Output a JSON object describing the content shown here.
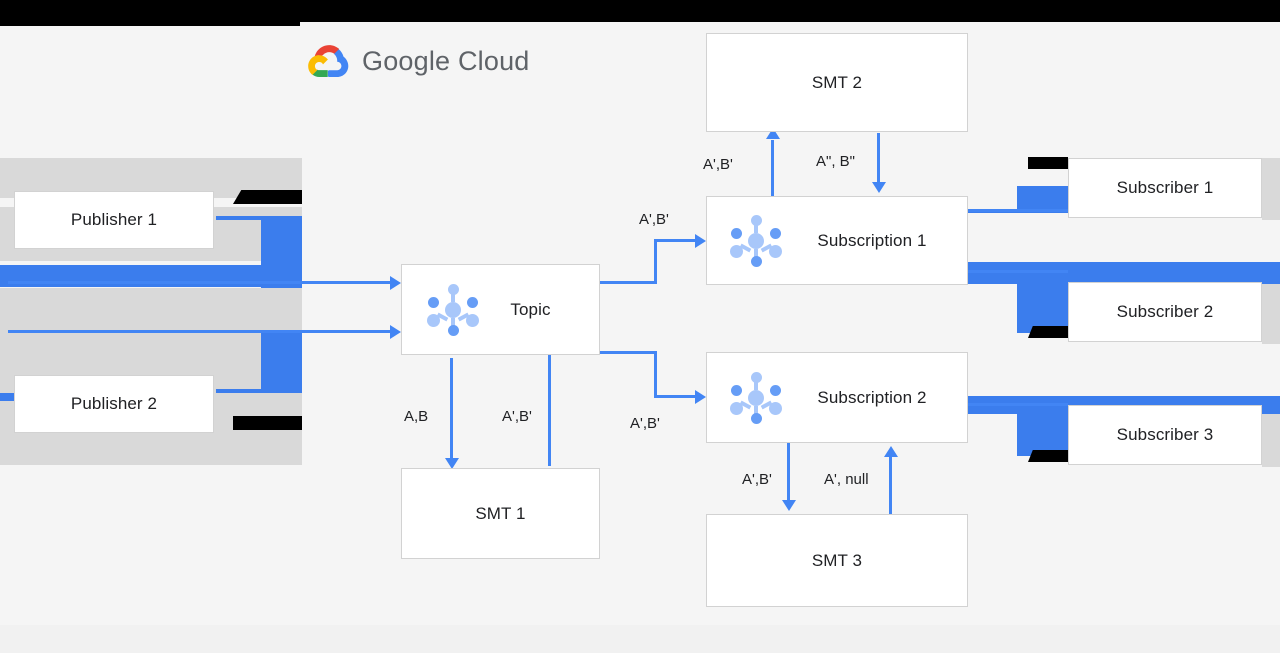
{
  "brand": {
    "name": "Google Cloud",
    "logo_icon": "google-cloud-logo-icon",
    "colors": {
      "red": "#EA4335",
      "yellow": "#FBBC04",
      "green": "#34A853",
      "blue": "#4285F4",
      "text": "#5F6368"
    }
  },
  "theme": {
    "canvas_bg": "#f5f5f5",
    "page_bg": "#f1f1f1",
    "node_bg": "#ffffff",
    "node_border": "#d2d2d2",
    "arrow_color": "#4285f4",
    "occlusion_gray": "#d9d9d9",
    "redaction_black": "#000000",
    "artifact_blue": "#3b7ded",
    "icon_light_blue": "#a8c7fa",
    "icon_mid_blue": "#669df6"
  },
  "diagram": {
    "type": "pubsub-architecture",
    "nodes": [
      {
        "id": "publisher-1",
        "label": "Publisher 1",
        "icon": null
      },
      {
        "id": "publisher-2",
        "label": "Publisher 2",
        "icon": null
      },
      {
        "id": "topic",
        "label": "Topic",
        "icon": "pubsub-hub-icon"
      },
      {
        "id": "smt-1",
        "label": "SMT 1",
        "icon": null
      },
      {
        "id": "smt-2",
        "label": "SMT 2",
        "icon": null
      },
      {
        "id": "smt-3",
        "label": "SMT 3",
        "icon": null
      },
      {
        "id": "subscription-1",
        "label": "Subscription 1",
        "icon": "pubsub-hub-icon"
      },
      {
        "id": "subscription-2",
        "label": "Subscription 2",
        "icon": "pubsub-hub-icon"
      },
      {
        "id": "subscriber-1",
        "label": "Subscriber 1",
        "icon": null
      },
      {
        "id": "subscriber-2",
        "label": "Subscriber 2",
        "icon": null
      },
      {
        "id": "subscriber-3",
        "label": "Subscriber 3",
        "icon": null
      }
    ],
    "edge_labels": {
      "topic_to_smt1": "A,B",
      "smt1_to_topic": "A',B'",
      "topic_to_sub1": "A',B'",
      "topic_to_sub2": "A',B'",
      "sub1_to_smt2": "A',B'",
      "smt2_to_sub1": "A\", B\"",
      "sub2_to_smt3": "A',B'",
      "smt3_to_sub2": "A', null"
    }
  }
}
